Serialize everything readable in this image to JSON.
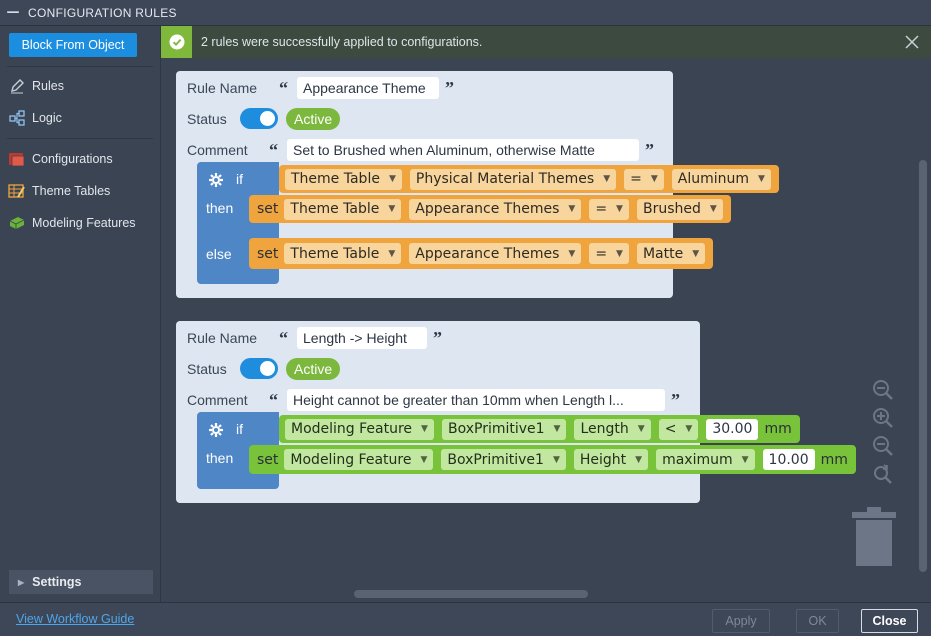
{
  "window": {
    "title": "CONFIGURATION RULES"
  },
  "sidebar": {
    "block_button": "Block From Object",
    "items": [
      {
        "label": "Rules",
        "icon": "pencil-icon"
      },
      {
        "label": "Logic",
        "icon": "logic-flow-icon"
      },
      {
        "label": "Configurations",
        "icon": "configurations-icon"
      },
      {
        "label": "Theme Tables",
        "icon": "theme-tables-icon"
      },
      {
        "label": "Modeling Features",
        "icon": "modeling-features-icon"
      }
    ],
    "settings": "Settings"
  },
  "banner": {
    "message": "2 rules were successfully applied to configurations."
  },
  "labels": {
    "rule_name": "Rule Name",
    "status": "Status",
    "comment": "Comment",
    "if": "if",
    "then": "then",
    "else": "else",
    "set": "set",
    "open_quote": "“",
    "close_quote": "”"
  },
  "rules": [
    {
      "name": "Appearance Theme",
      "status": "Active",
      "comment": "Set to Brushed when Aluminum, otherwise Matte",
      "if_row": [
        "Theme Table",
        "Physical Material Themes",
        "=",
        "Aluminum"
      ],
      "then_row": [
        "Theme Table",
        "Appearance Themes",
        "=",
        "Brushed"
      ],
      "else_row": [
        "Theme Table",
        "Appearance Themes",
        "=",
        "Matte"
      ]
    },
    {
      "name": "Length -> Height",
      "status": "Active",
      "comment": "Height cannot be greater than 10mm when Length l...",
      "if_row": [
        "Modeling Feature",
        "BoxPrimitive1",
        "Length",
        "<"
      ],
      "if_value": "30.00",
      "if_unit": "mm",
      "then_row": [
        "Modeling Feature",
        "BoxPrimitive1",
        "Height",
        "maximum"
      ],
      "then_value": "10.00",
      "then_unit": "mm"
    }
  ],
  "footer": {
    "guide_link": "View Workflow Guide",
    "apply": "Apply",
    "ok": "OK",
    "close": "Close"
  },
  "colors": {
    "accent_blue": "#1c8ee0",
    "success_green": "#80b83c",
    "block_blue": "#4e86c6",
    "block_orange": "#f0a43e",
    "block_green": "#78c33a"
  }
}
